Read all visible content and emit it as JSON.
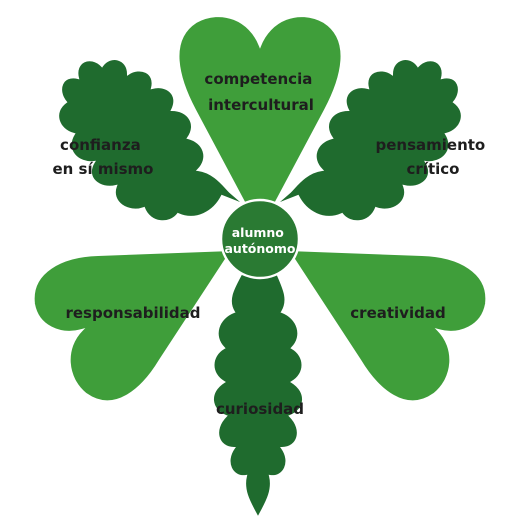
{
  "diagram": {
    "center": {
      "line1": "alumno",
      "line2": "autónomo"
    },
    "petals": {
      "top": {
        "line1": "competencia",
        "line2": "intercultural"
      },
      "upper_left": {
        "line1": "confianza",
        "line2": "en sí mismo"
      },
      "upper_right": {
        "line1": "pensamiento",
        "line2": "crítico"
      },
      "left": {
        "line1": "responsabilidad"
      },
      "right": {
        "line1": "creatividad"
      },
      "bottom": {
        "line1": "curiosidad"
      }
    },
    "colors": {
      "light_green": "#3f9e3a",
      "dark_green": "#1f6b2e",
      "center": "#2a7a33",
      "outline": "#ffffff"
    }
  }
}
